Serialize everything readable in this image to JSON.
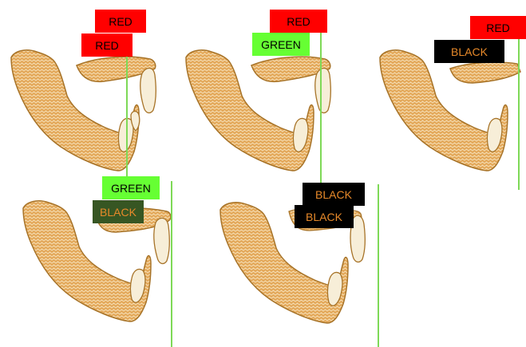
{
  "colors": {
    "bone_fill": "#e3a85a",
    "bone_stroke": "#a77328",
    "tooth_fill": "#f7eed8",
    "tooth_stroke": "#a77328",
    "reference_line": "#7ed957",
    "label_red_bg": "#ff0000",
    "label_red_text": "#000000",
    "label_green_bg": "#66ff33",
    "label_green_text": "#000000",
    "label_black_bg": "#000000",
    "label_black_text": "#e7892a",
    "label_darkgreen_bg": "#375623",
    "label_darkgreen_text": "#e7892a"
  },
  "panels": [
    {
      "labels": [
        {
          "text": "RED",
          "style": "red"
        },
        {
          "text": "RED",
          "style": "red"
        }
      ]
    },
    {
      "labels": [
        {
          "text": "RED",
          "style": "red"
        },
        {
          "text": "GREEN",
          "style": "green"
        }
      ]
    },
    {
      "labels": [
        {
          "text": "RED",
          "style": "red"
        },
        {
          "text": "BLACK",
          "style": "black"
        }
      ]
    },
    {
      "labels": [
        {
          "text": "GREEN",
          "style": "green"
        },
        {
          "text": "BLACK",
          "style": "darkgreen"
        }
      ]
    },
    {
      "labels": [
        {
          "text": "BLACK",
          "style": "black"
        },
        {
          "text": "BLACK",
          "style": "black"
        }
      ]
    }
  ]
}
